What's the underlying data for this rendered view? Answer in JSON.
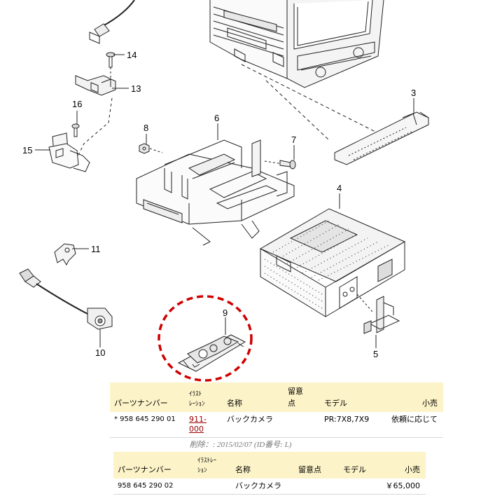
{
  "diagram": {
    "callouts": [
      "14",
      "13",
      "16",
      "15",
      "8",
      "6",
      "7",
      "3",
      "4",
      "11",
      "9",
      "5",
      "10"
    ],
    "highlight_color": "#d00000"
  },
  "table1": {
    "headers": {
      "part_number": "パーツナンバー",
      "illustration_a": "ｲﾗｽﾄ",
      "illustration_b": "ﾚｰｼｮﾝ",
      "name": "名称",
      "note_a": "留意",
      "note_b": "点",
      "model": "モデル",
      "price": "小売"
    },
    "row": {
      "part_number": "* 958 645 290 01",
      "illustration_a": "911-",
      "illustration_b": "000",
      "name": "バックカメラ",
      "note": "",
      "model": "PR:7X8,7X9",
      "price": "依頼に応じて"
    }
  },
  "deleted_note": "削除：: 2015/02/07 (ID番号: L)",
  "table2": {
    "headers": {
      "part_number": "パーツナンバー",
      "illustration_a": "ｲﾗｽﾄﾚｰ",
      "illustration_b": "ｼｮﾝ",
      "name": "名称",
      "note": "留意点",
      "model": "モデル",
      "price": "小売"
    },
    "row": {
      "part_number": "958 645 290 02",
      "illustration": "",
      "name": "バックカメラ",
      "note": "",
      "model": "",
      "price": "￥65,000"
    }
  },
  "colors": {
    "header_bg": "#fcf3c8",
    "link": "#990000"
  }
}
